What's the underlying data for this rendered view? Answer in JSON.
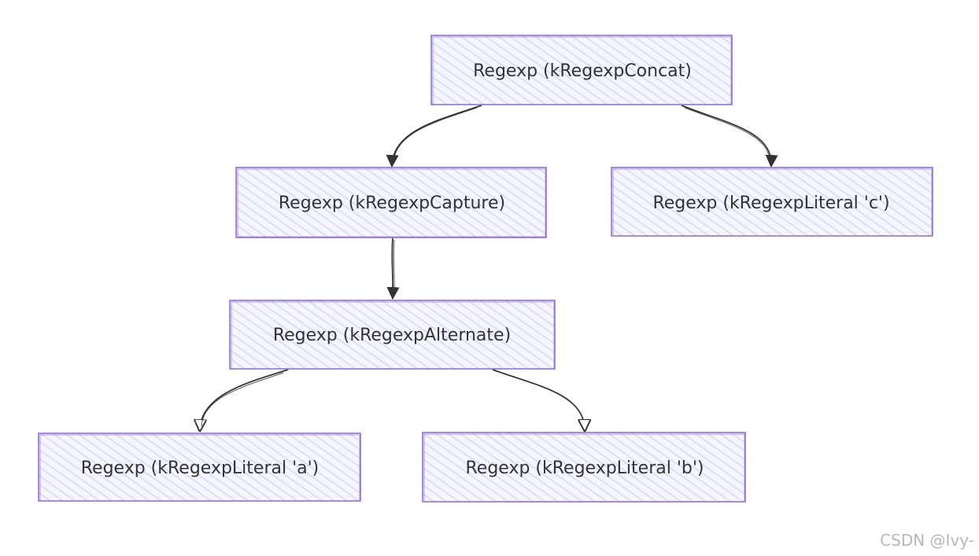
{
  "nodes": {
    "concat": "Regexp (kRegexpConcat)",
    "capture": "Regexp (kRegexpCapture)",
    "literal_c": "Regexp (kRegexpLiteral 'c')",
    "alternate": "Regexp (kRegexpAlternate)",
    "literal_a": "Regexp (kRegexpLiteral 'a')",
    "literal_b": "Regexp (kRegexpLiteral 'b')"
  },
  "watermark": "CSDN @Ivy-",
  "colors": {
    "node_fill": "#ececff",
    "node_border": "#9370db",
    "edge": "#333333",
    "text": "#333333"
  }
}
